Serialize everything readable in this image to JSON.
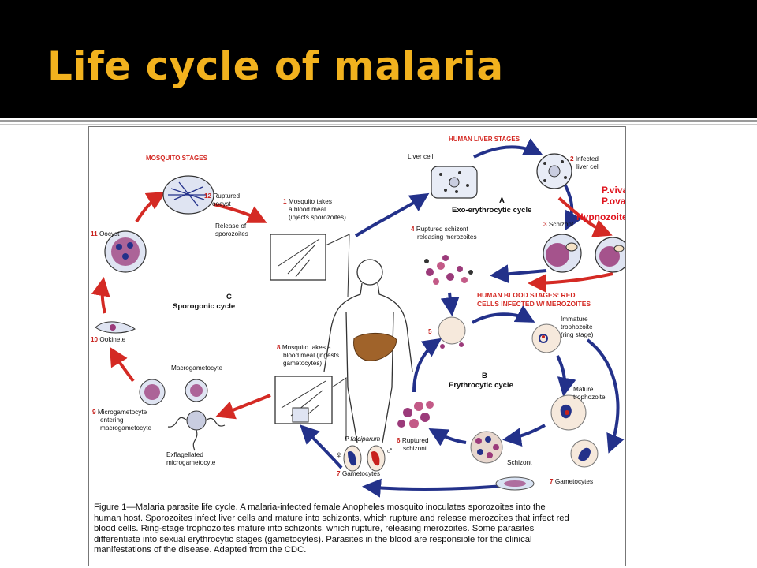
{
  "slide": {
    "title": "Life cycle of malaria",
    "title_color": "#f2b21e",
    "header_color": "#000000"
  },
  "labels": {
    "mosquito_stages": "MOSQUITO STAGES",
    "human_liver_stages": "HUMAN LIVER STAGES",
    "sporogonic_letter": "C",
    "sporogonic_name": "Sporogonic cycle",
    "exo_letter": "A",
    "exo_name": "Exo-erythrocytic cycle",
    "ery_letter": "B",
    "ery_name": "Erythrocytic cycle",
    "blood_stages_1": "HUMAN BLOOD STAGES: RED",
    "blood_stages_2": "CELLS INFECTED W/ MEROZOITES"
  },
  "stages": {
    "s1_num": "1",
    "s1_a": "Mosquito takes",
    "s1_b": "a blood meal",
    "s1_c": "(injects sporozoites)",
    "liver_cell": "Liver cell",
    "s2_num": "2",
    "s2_a": "Infected",
    "s2_b": "liver cell",
    "s3_num": "3",
    "s3_a": "Schizont",
    "s4_num": "4",
    "s4_a": "Ruptured schizont",
    "s4_b": "releasing merozoites",
    "s5_num": "5",
    "immature_a": "Immature",
    "immature_b": "trophozoite",
    "immature_c": "(ring stage)",
    "mature_a": "Mature",
    "mature_b": "trophozoite",
    "schizont": "Schizont",
    "s6_num": "6",
    "s6_a": "Ruptured",
    "s6_b": "schizont",
    "s7_num": "7",
    "s7_a": "Gametocytes",
    "s7b_num": "7",
    "s7b_a": "Gametocytes",
    "p_falciparum": "P falciparum",
    "female_symbol": "♀",
    "male_symbol": "♂",
    "s8_num": "8",
    "s8_a": "Mosquito takes a",
    "s8_b": "blood meal (ingests",
    "s8_c": "gametocytes)",
    "s9_num": "9",
    "s9_a": "Microgametocyte",
    "s9_b": "entering",
    "s9_c": "macrogametocyte",
    "macrogametocyte": "Macrogametocyte",
    "exflag_a": "Exflagellated",
    "exflag_b": "microgametocyte",
    "s10_num": "10",
    "s10_a": "Ookinete",
    "s11_num": "11",
    "s11_a": "Oocyst",
    "s12_num": "12",
    "s12_a": "Ruptured",
    "s12_b": "oocyst",
    "release_a": "Release of",
    "release_b": "sporozoites"
  },
  "annotation": {
    "line1": "P.vivax",
    "line2": "P.ovale",
    "line3": "Hypnozoites",
    "color": "#e0141e"
  },
  "caption": [
    "Figure 1—Malaria parasite life cycle. A malaria-infected female Anopheles mosquito inoculates sporozoites into the",
    "human host. Sporozoites infect liver cells and mature into schizonts, which rupture and release merozoites that infect red",
    "blood cells. Ring-stage trophozoites mature into schizonts, which rupture, releasing merozoites. Some parasites",
    "differentiate into sexual erythrocytic stages (gametocytes). Parasites in the blood are responsible for the clinical",
    "manifestations of the disease. Adapted from the CDC."
  ],
  "colors": {
    "blue_arrow": "#23318a",
    "red_arrow": "#d42a24",
    "stage_number": "#c8211d",
    "cell_fill": "#dfe4f2",
    "parasite": "#9b3a7a",
    "liver": "#a0632a"
  }
}
